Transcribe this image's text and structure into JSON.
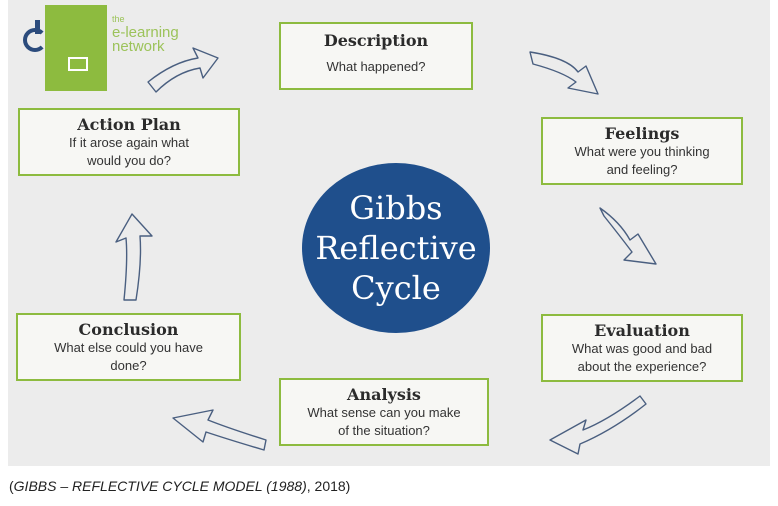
{
  "logo": {
    "line1": "the",
    "line2": "e-learning",
    "line3": "network"
  },
  "center": {
    "line1": "Gibbs",
    "line2": "Reflective",
    "line3": "Cycle"
  },
  "stages": {
    "description": {
      "title": "Description",
      "line1": "What happened?"
    },
    "feelings": {
      "title": "Feelings",
      "line1": "What were you thinking",
      "line2": "and feeling?"
    },
    "evaluation": {
      "title": "Evaluation",
      "line1": "What was good and bad",
      "line2": "about the experience?"
    },
    "analysis": {
      "title": "Analysis",
      "line1": "What sense can you make",
      "line2": "of the situation?"
    },
    "conclusion": {
      "title": "Conclusion",
      "line1": "What else could you have",
      "line2": "done?"
    },
    "action_plan": {
      "title": "Action Plan",
      "line1": "If it arose again what",
      "line2": "would you do?"
    }
  },
  "caption": {
    "open": "(",
    "italic": "GIBBS – REFLECTIVE CYCLE MODEL (1988)",
    "rest": ", 2018)"
  },
  "colors": {
    "accent": "#8dbb3f",
    "circle": "#1f4f8c",
    "arrow": "#4a5f80"
  },
  "icons": [
    "e-learning-network-logo",
    "image-icon",
    "arrow-icon"
  ]
}
